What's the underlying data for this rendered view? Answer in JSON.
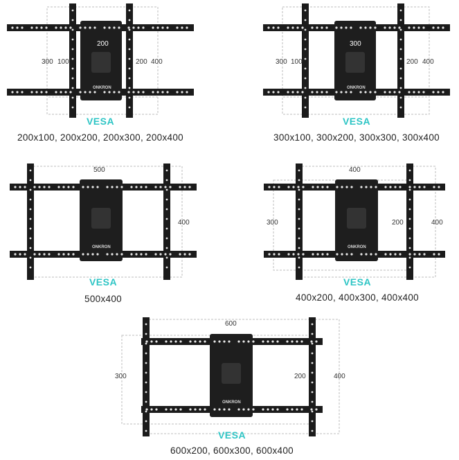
{
  "colors": {
    "accent": "#2ec5c5",
    "metal": "#1b1b1b",
    "dim_line": "#bdbdbd"
  },
  "brand": "ONKRON",
  "panels": [
    {
      "name": "panel-200",
      "vesa_label": "VESA",
      "sizes": "200x100, 200x200, 200x300, 200x400",
      "top_dim": "200",
      "left_outer": "300",
      "left_inner": "100",
      "right_inner": "200",
      "right_outer": "400"
    },
    {
      "name": "panel-300",
      "vesa_label": "VESA",
      "sizes": "300x100, 300x200, 300x300, 300x400",
      "top_dim": "300",
      "left_outer": "300",
      "left_inner": "100",
      "right_inner": "200",
      "right_outer": "400"
    },
    {
      "name": "panel-500",
      "vesa_label": "VESA",
      "sizes": "500x400",
      "top_dim": "500",
      "right_outer": "400"
    },
    {
      "name": "panel-400",
      "vesa_label": "VESA",
      "sizes": "400x200, 400x300, 400x400",
      "top_dim": "400",
      "left_outer": "300",
      "right_inner": "200",
      "right_outer": "400"
    },
    {
      "name": "panel-600",
      "vesa_label": "VESA",
      "sizes": "600x200, 600x300, 600x400",
      "top_dim": "600",
      "left_outer": "300",
      "right_inner": "200",
      "right_outer": "400"
    }
  ]
}
